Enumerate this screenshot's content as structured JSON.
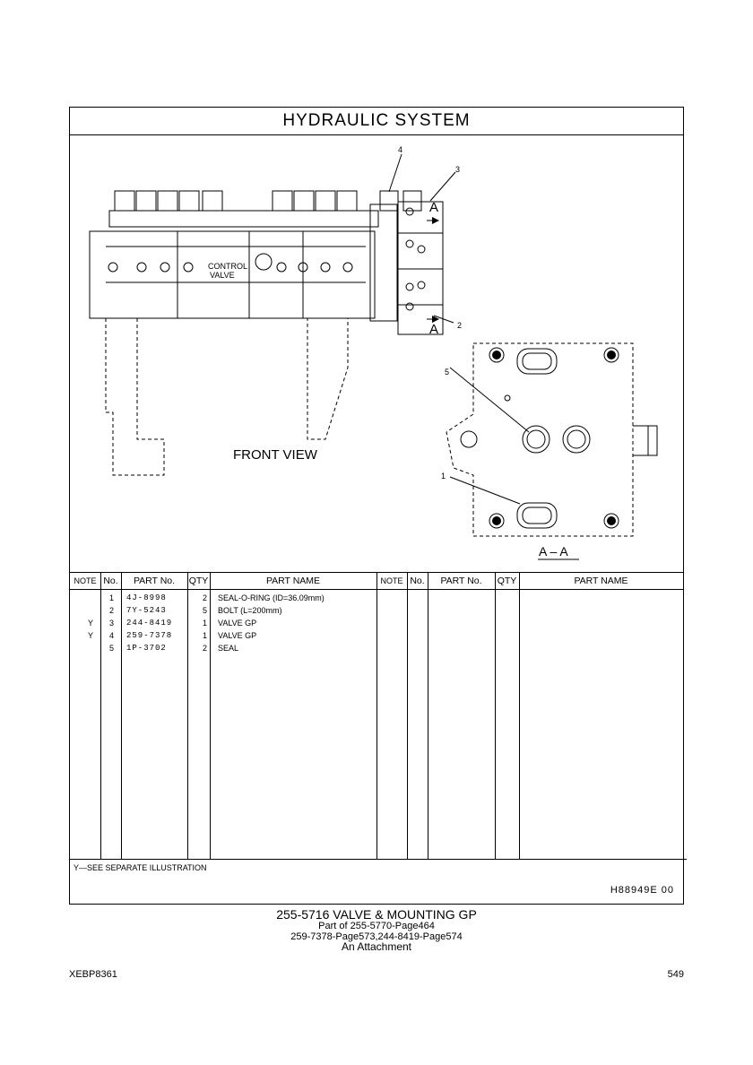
{
  "title": "HYDRAULIC  SYSTEM",
  "drawing": {
    "callouts": [
      "1",
      "2",
      "3",
      "4",
      "5"
    ],
    "section_marks": [
      "A",
      "A"
    ],
    "section_label": "A – A",
    "control_valve_label": [
      "CONTROL",
      "VALVE"
    ],
    "front_view_label": "FRONT  VIEW"
  },
  "table": {
    "headers": [
      "NOTE",
      "No.",
      "PART No.",
      "QTY",
      "PART NAME",
      "NOTE",
      "No.",
      "PART No.",
      "QTY",
      "PART NAME"
    ],
    "rows": [
      {
        "note": "",
        "no": "1",
        "part": "4J-8998",
        "qty": "2",
        "name": "SEAL-O-RING (ID=36.09mm)"
      },
      {
        "note": "",
        "no": "2",
        "part": "7Y-5243",
        "qty": "5",
        "name": "BOLT (L=200mm)"
      },
      {
        "note": "Y",
        "no": "3",
        "part": "244-8419",
        "qty": "1",
        "name": "VALVE  GP"
      },
      {
        "note": "Y",
        "no": "4",
        "part": "259-7378",
        "qty": "1",
        "name": "VALVE  GP"
      },
      {
        "note": "",
        "no": "5",
        "part": "1P-3702",
        "qty": "2",
        "name": "SEAL"
      }
    ],
    "footnote": "Y—SEE  SEPARATE  ILLUSTRATION",
    "drawing_code": "H88949E    00"
  },
  "caption": {
    "line1": "255-5716  VALVE & MOUNTING GP",
    "line2": "Part of 255-5770-Page464",
    "line3": "259-7378-Page573,244-8419-Page574",
    "line4": "An Attachment"
  },
  "footer": {
    "left": "XEBP8361",
    "right": "549"
  }
}
